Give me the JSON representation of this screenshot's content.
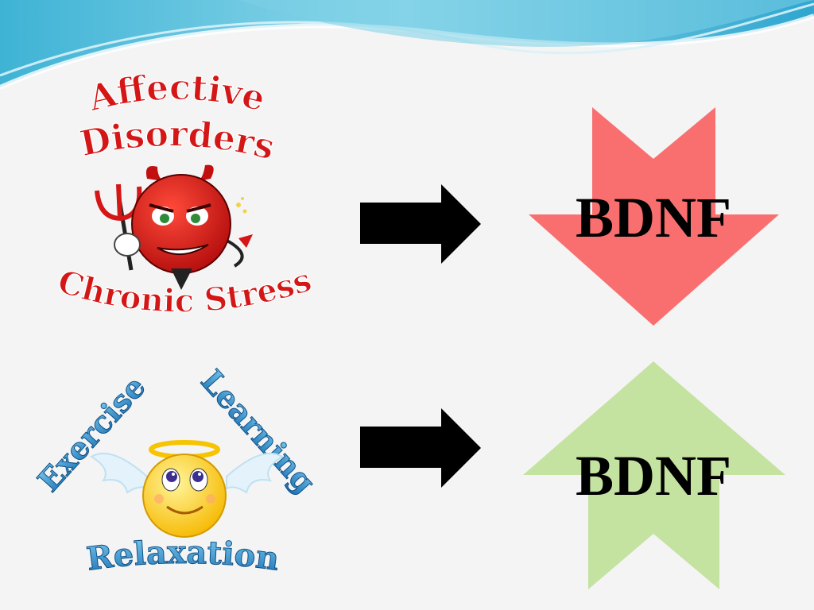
{
  "slide": {
    "top_row": {
      "title_line1": "Affective",
      "title_line2": "Disorders",
      "bottom_caption": "Chronic Stress",
      "result_label": "BDNF",
      "result_direction": "down",
      "result_color": "#f96f6f"
    },
    "bottom_row": {
      "left_label": "Exercise",
      "right_label": "Learning",
      "bottom_label": "Relaxation",
      "result_label": "BDNF",
      "result_direction": "up",
      "result_color": "#c4e2a0"
    },
    "icons": [
      "devil-icon",
      "angel-smiley-icon",
      "right-arrow-icon",
      "down-arrow-icon",
      "up-arrow-icon"
    ]
  }
}
